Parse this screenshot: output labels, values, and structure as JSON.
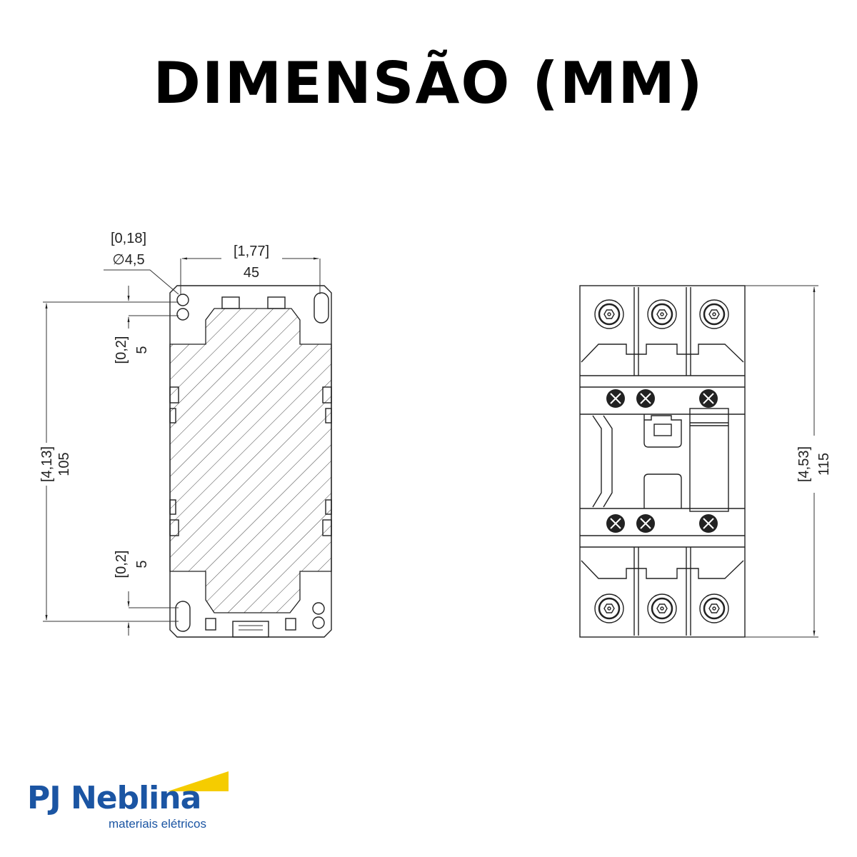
{
  "title": "DIMENSÃO (MM)",
  "front_view": {
    "hole_label_inch": "[0,18]",
    "hole_label_mm": "∅4,5",
    "width_inch": "[1,77]",
    "width_mm": "45",
    "height_inch": "[4,13]",
    "height_mm": "105",
    "slot_top_inch": "[0,2]",
    "slot_top_mm": "5",
    "slot_bottom_inch": "[0,2]",
    "slot_bottom_mm": "5"
  },
  "side_view": {
    "height_inch": "[4,53]",
    "height_mm": "115"
  },
  "logo": {
    "name": "PJ Neblina",
    "tagline": "materiais elétricos",
    "colors": {
      "blue": "#1b55a3",
      "yellow": "#f5cc00"
    }
  }
}
